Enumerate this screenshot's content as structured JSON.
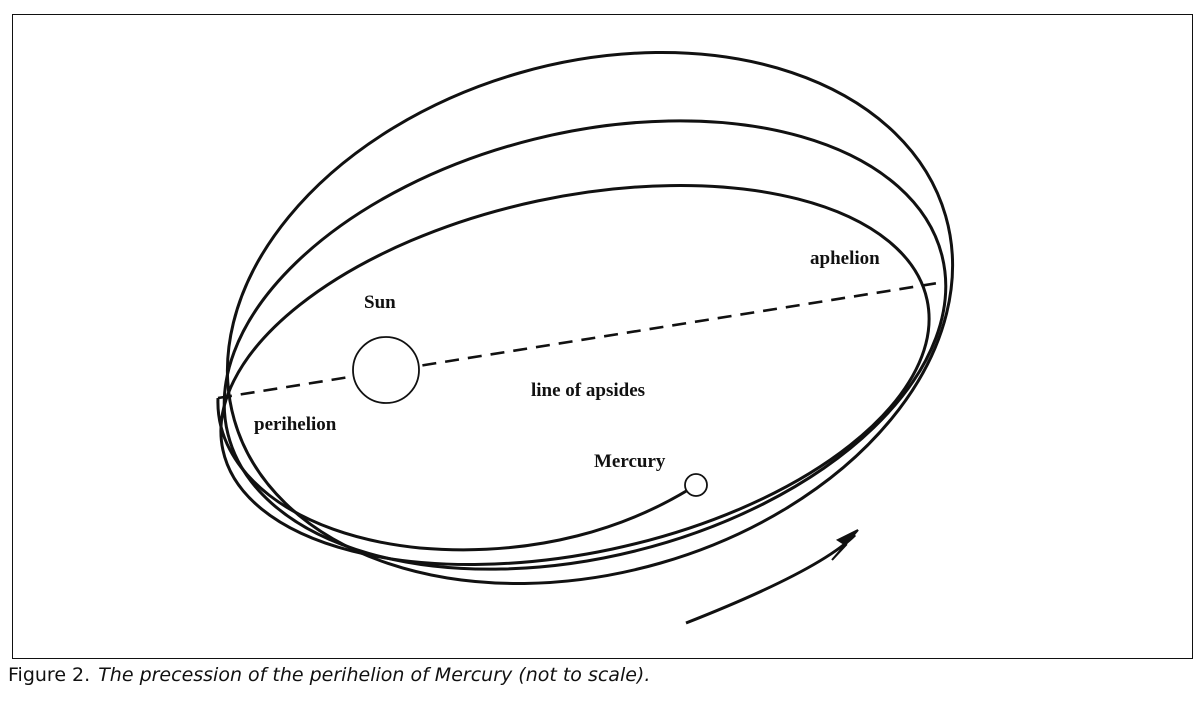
{
  "diagram": {
    "labels": {
      "sun": "Sun",
      "aphelion": "aphelion",
      "perihelion": "perihelion",
      "line_of_apsides": "line of apsides",
      "mercury": "Mercury"
    }
  },
  "caption": {
    "figure": "Figure 2.",
    "text": "The precession of the perihelion of Mercury (not to scale)."
  }
}
